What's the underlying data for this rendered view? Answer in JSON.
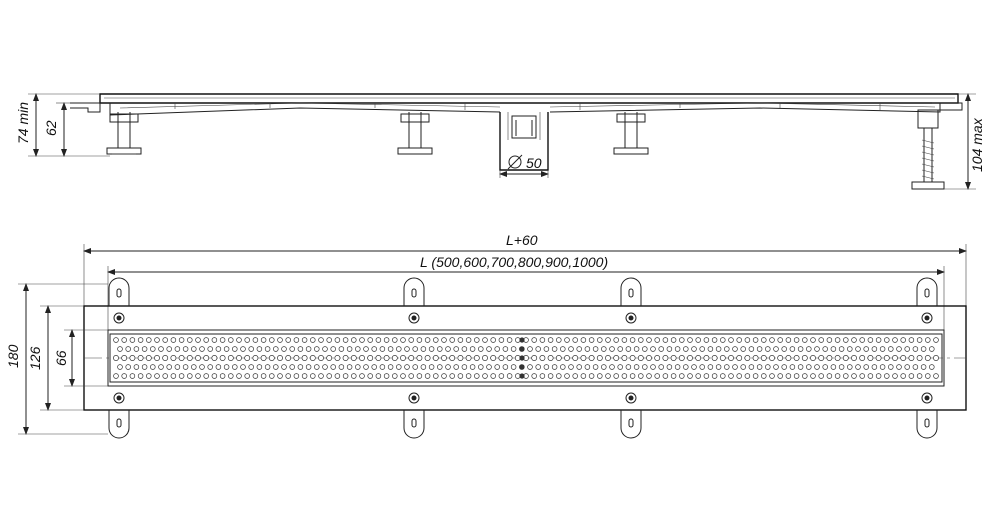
{
  "dimensions": {
    "side_min": "74 min",
    "side_62": "62",
    "diameter": "50",
    "side_max": "104 max",
    "overall_length": "L+60",
    "length": "L  (500,600,700,800,900,1000)",
    "height_180": "180",
    "height_126": "126",
    "height_66": "66"
  },
  "colors": {
    "line": "#222222",
    "background": "#ffffff"
  }
}
